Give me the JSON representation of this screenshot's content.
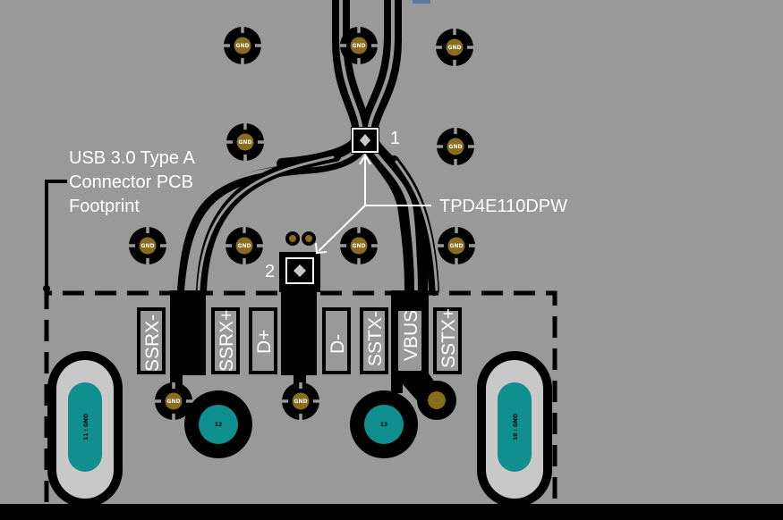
{
  "labels": {
    "connector_line1": "USB 3.0 Type A",
    "connector_line2": "Connector PCB",
    "connector_line3": "Footprint",
    "part_number": "TPD4E110DPW",
    "ref_1": "1",
    "ref_2": "2"
  },
  "pins": [
    "SSRX-",
    "SSRX+",
    "D+",
    "D-",
    "SSTX-",
    "VBUS",
    "SSTX+"
  ],
  "pads": {
    "gnd": "GND",
    "shell_left": "11 : GND",
    "shell_right": "10 : GND",
    "pad_12": "12",
    "pad_13": "13"
  },
  "colors": {
    "board": "#999999",
    "copper": "#000000",
    "gold": "#8a6d1c",
    "teal": "#0f8f8f",
    "silkscreen": "#ffffff",
    "shell": "#c8c8c8"
  }
}
